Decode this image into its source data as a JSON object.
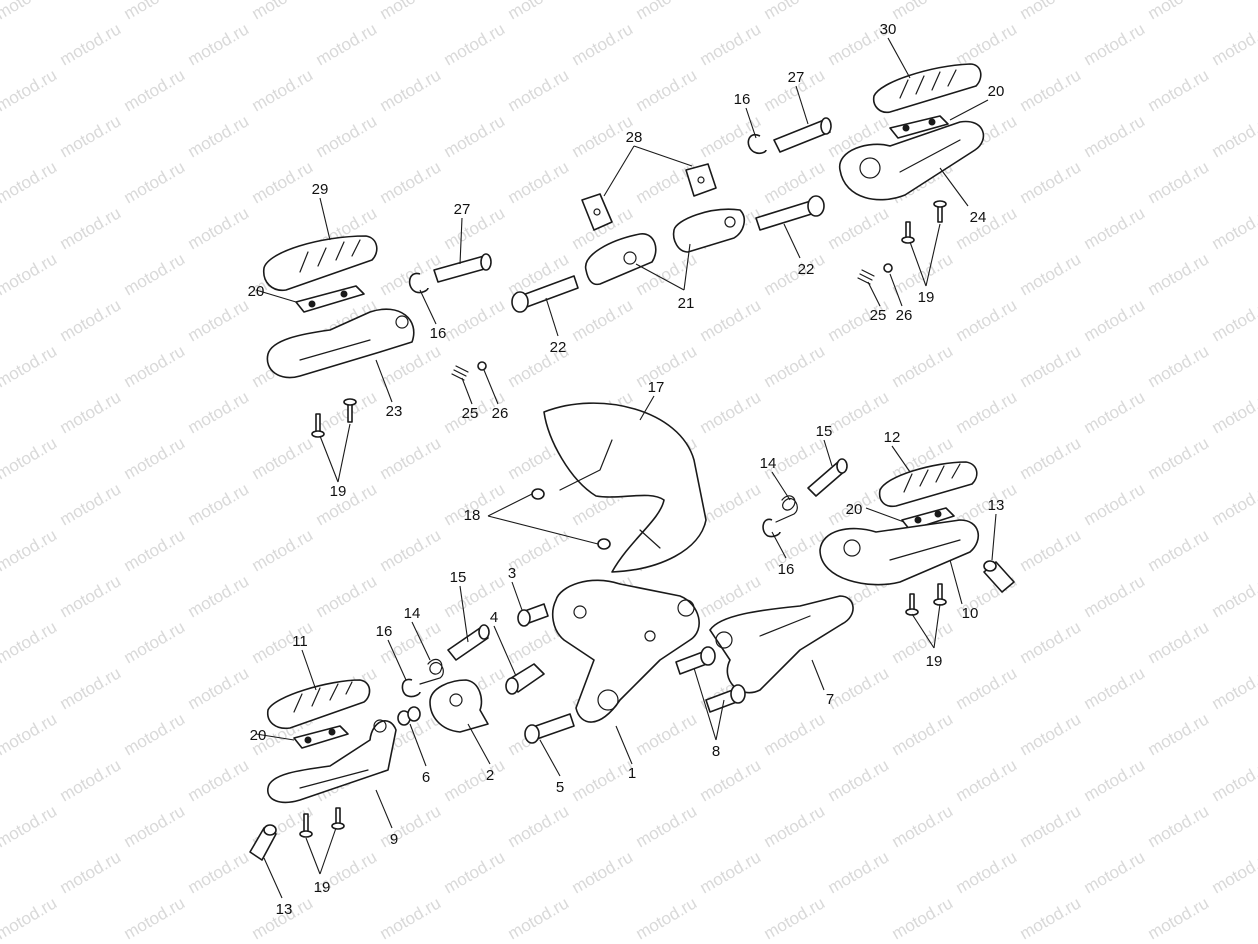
{
  "watermark": {
    "text": "motod.ru"
  },
  "callouts": [
    {
      "id": "c1",
      "text": "1"
    },
    {
      "id": "c2",
      "text": "2"
    },
    {
      "id": "c3",
      "text": "3"
    },
    {
      "id": "c4",
      "text": "4"
    },
    {
      "id": "c5",
      "text": "5"
    },
    {
      "id": "c6",
      "text": "6"
    },
    {
      "id": "c7",
      "text": "7"
    },
    {
      "id": "c8",
      "text": "8"
    },
    {
      "id": "c9",
      "text": "9"
    },
    {
      "id": "c10",
      "text": "10"
    },
    {
      "id": "c11",
      "text": "11"
    },
    {
      "id": "c12",
      "text": "12"
    },
    {
      "id": "c13a",
      "text": "13"
    },
    {
      "id": "c13b",
      "text": "13"
    },
    {
      "id": "c14a",
      "text": "14"
    },
    {
      "id": "c14b",
      "text": "14"
    },
    {
      "id": "c15a",
      "text": "15"
    },
    {
      "id": "c15b",
      "text": "15"
    },
    {
      "id": "c16a",
      "text": "16"
    },
    {
      "id": "c16b",
      "text": "16"
    },
    {
      "id": "c16c",
      "text": "16"
    },
    {
      "id": "c16d",
      "text": "16"
    },
    {
      "id": "c17",
      "text": "17"
    },
    {
      "id": "c18",
      "text": "18"
    },
    {
      "id": "c19a",
      "text": "19"
    },
    {
      "id": "c19b",
      "text": "19"
    },
    {
      "id": "c19c",
      "text": "19"
    },
    {
      "id": "c19d",
      "text": "19"
    },
    {
      "id": "c20a",
      "text": "20"
    },
    {
      "id": "c20b",
      "text": "20"
    },
    {
      "id": "c20c",
      "text": "20"
    },
    {
      "id": "c20d",
      "text": "20"
    },
    {
      "id": "c21",
      "text": "21"
    },
    {
      "id": "c22a",
      "text": "22"
    },
    {
      "id": "c22b",
      "text": "22"
    },
    {
      "id": "c23",
      "text": "23"
    },
    {
      "id": "c24",
      "text": "24"
    },
    {
      "id": "c25a",
      "text": "25"
    },
    {
      "id": "c25b",
      "text": "25"
    },
    {
      "id": "c26a",
      "text": "26"
    },
    {
      "id": "c26b",
      "text": "26"
    },
    {
      "id": "c27a",
      "text": "27"
    },
    {
      "id": "c27b",
      "text": "27"
    },
    {
      "id": "c28",
      "text": "28"
    },
    {
      "id": "c29",
      "text": "29"
    },
    {
      "id": "c30",
      "text": "30"
    }
  ]
}
